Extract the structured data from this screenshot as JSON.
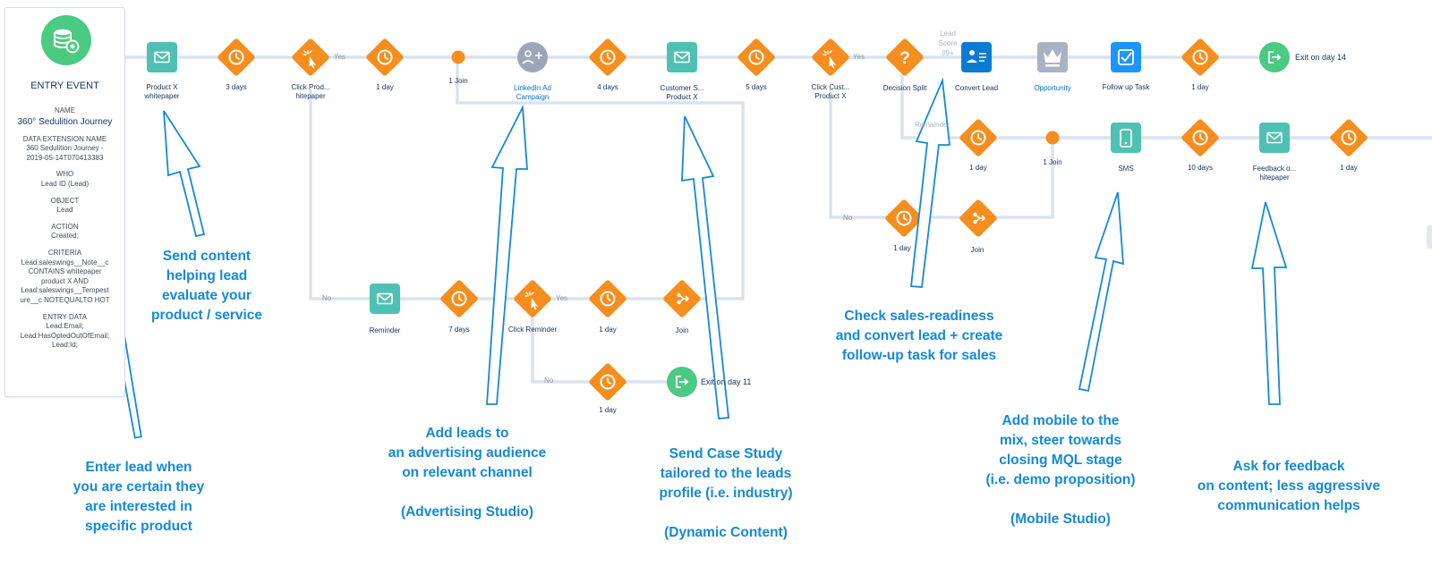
{
  "colors": {
    "timer": "#f58e1e",
    "email": "#4fc1b3",
    "exit": "#4bca81",
    "ads": "#9ba6b8",
    "task": "#1b96ff",
    "sales_cloud": "#0b7bd3",
    "opportunity": "#a8b2c3",
    "path_line": "#d9e3ee",
    "annotation": "#1589d6"
  },
  "entry_panel": {
    "title": "ENTRY EVENT",
    "name_label": "NAME",
    "name_value": "360° Sedulition Journey",
    "data_extension_label": "DATA EXTENSION NAME",
    "data_extension_value": [
      "360 Sedulition Journey -",
      "2019-05-14T070413383"
    ],
    "who_label": "WHO",
    "who_value": "Lead ID (Lead)",
    "object_label": "OBJECT",
    "object_value": "Lead",
    "action_label": "ACTION",
    "action_value": "Created;",
    "criteria_label": "CRITERIA",
    "criteria_value": [
      "Lead:saleswings__Note__c",
      "CONTAINS whitepaper",
      "product X AND",
      "Lead:saleswings__Tempest",
      "ure__c NOTEQUALTO HOT"
    ],
    "entry_data_label": "ENTRY DATA",
    "entry_data_value": [
      "Lead:Email;",
      "Lead:HasOptedOutOfEmail;",
      "Lead:Id;"
    ]
  },
  "canvas_labels": {
    "email_product_x": [
      "Product X",
      "whitepaper"
    ],
    "wait_3_days": "3 days",
    "click_product": [
      "Click Prod...",
      "hitepaper"
    ],
    "wait_1_day_a": "1 day",
    "join_1": "1 Join",
    "linkedin_campaign": [
      "LinkedIn Ad",
      "Campaign"
    ],
    "wait_4_days": "4 days",
    "customer_story": [
      "Customer S...",
      "Product X"
    ],
    "wait_5_days": "5 days",
    "click_customer": [
      "Click Cust...",
      "Product X"
    ],
    "decision_split": "Decision Split",
    "lead_score": [
      "Lead",
      "Score",
      "99+"
    ],
    "remainder_label": "Remainder",
    "convert_lead": "Convert Lead",
    "opportunity": "Opportunity",
    "follow_up_task": "Follow up Task",
    "wait_1_day_b": "1 day",
    "exit_day_14": "Exit on day 14",
    "wait_1_day_c": "1 day",
    "join_2": "1 Join",
    "sms": "SMS",
    "wait_10_days": "10 days",
    "feedback_email": [
      "Feedback o...",
      "hitepaper"
    ],
    "wait_1_day_d": "1 day",
    "wait_1_day_e": "1 day",
    "join_3": "Join",
    "reminder": "Reminder",
    "wait_7_days": "7 days",
    "click_reminder": "Click Reminder",
    "wait_1_day_f": "1 day",
    "join_4": "Join",
    "wait_1_day_g": "1 day",
    "exit_day_11": "Exit on day 11",
    "yes": "Yes",
    "no": "No"
  },
  "annotations": {
    "enter_lead": [
      "Enter lead when",
      "you are certain they",
      "are interested in",
      "specific product"
    ],
    "send_content": [
      "Send content",
      "helping lead",
      "evaluate your",
      "product / service"
    ],
    "advertising": [
      "Add leads to",
      "an advertising audience",
      "on relevant channel",
      "",
      "(Advertising Studio)"
    ],
    "case_study": [
      "Send Case Study",
      "tailored to the leads",
      "profile (i.e. industry)",
      "",
      "(Dynamic Content)"
    ],
    "sales_readiness": [
      "Check sales-readiness",
      "and convert lead + create",
      "follow-up task for sales"
    ],
    "mobile": [
      "Add mobile to the",
      "mix, steer towards",
      "closing MQL stage",
      "(i.e. demo proposition)",
      "",
      "(Mobile Studio)"
    ],
    "feedback": [
      "Ask for feedback",
      "on content; less aggressive",
      "communication helps"
    ]
  }
}
